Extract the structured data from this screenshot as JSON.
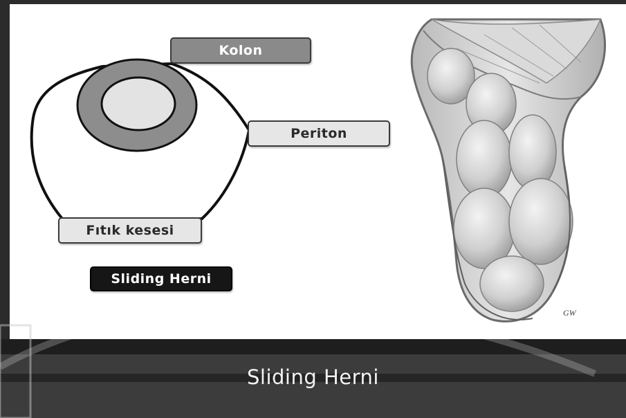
{
  "labels": {
    "kolon": "Kolon",
    "periton": "Periton",
    "fitik_kesesi": "Fıtık kesesi",
    "sliding_herni": "Sliding Herni"
  },
  "footer": {
    "title": "Sliding Herni"
  },
  "illustration": {
    "signature": "GW"
  }
}
